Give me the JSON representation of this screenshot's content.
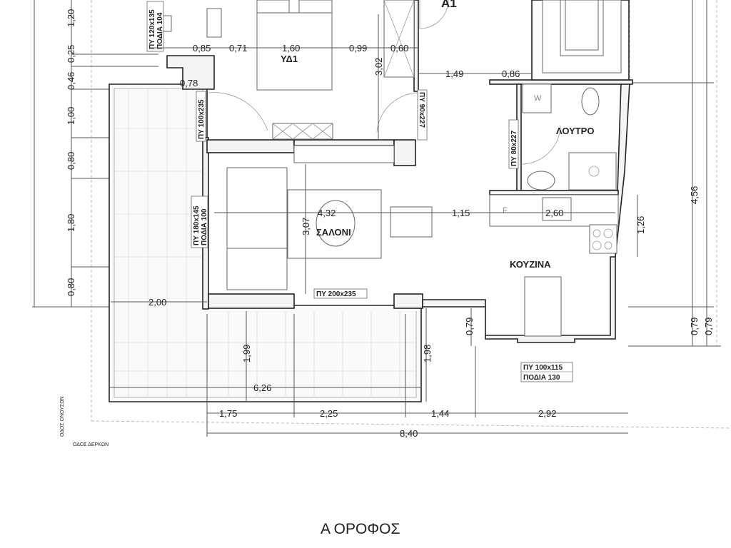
{
  "plan": {
    "title": "Α ΟΡΟΦΟΣ",
    "rooms": {
      "a1": "A1",
      "bedroom": "ΥΔ1",
      "bathroom": "ΛΟΥΤΡΟ",
      "living": "ΣΑΛΟΝΙ",
      "kitchen": "ΚΟΥΖΙΝΑ",
      "washer": "W",
      "fridge": "F"
    },
    "streets": {
      "west": "ΟΔΟΣ ΟΝΟΥΣΩΝ",
      "south": "ΟΔΟΣ ΔΕΡΚΩΝ"
    },
    "openings": {
      "bedroom_window": [
        "ΠΥ   120x135",
        "ΠΟΔΙΑ  104"
      ],
      "bedroom_door": "ΠΥ  100x235",
      "interior_door": "ΠΥ  90x227",
      "bath_door": "ΠΥ  80x227",
      "living_window": [
        "ΠΥ   180x145",
        "ΠΟΔΙΑ  100"
      ],
      "living_door": "ΠΥ  200x235",
      "kitchen_window": [
        "ΠΥ      100x115",
        "ΠΟΔΙΑ  130"
      ]
    },
    "dimensions": {
      "left": [
        "1,20",
        "0,25",
        "0,46",
        "1,00",
        "0,80",
        "1,80",
        "0,80"
      ],
      "bedroom_row": [
        "0,85",
        "0,71",
        "1,60",
        "0,99",
        "0,60"
      ],
      "bedroom_depth": "3,02",
      "wall_078": "0,78",
      "hall": [
        "1,49",
        "0,86"
      ],
      "living_width": "4,32",
      "living_depth": "3,07",
      "living_kitchen": "1,15",
      "kitchen_width": "2,60",
      "kitchen_side": "1,26",
      "right_total": "4,56",
      "terrace_left": "2,00",
      "kitchen_step": "0,79",
      "right_079a": "0,79",
      "right_079b": "0,79",
      "terrace_depth_a": "1,99",
      "terrace_depth_b": "1,98",
      "terrace_width": "6,26",
      "bottom": [
        "1,75",
        "2,25",
        "1,44",
        "2,92"
      ],
      "overall": "8,40"
    }
  }
}
